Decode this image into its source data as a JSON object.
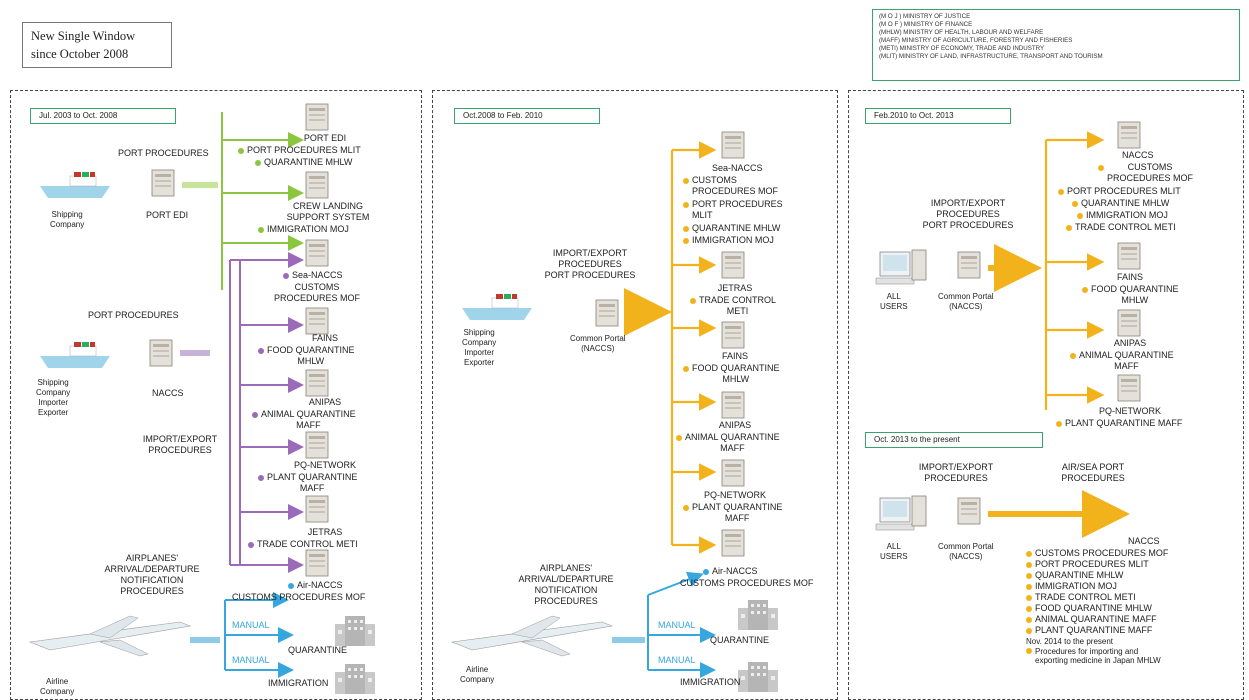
{
  "title": "New Single Window\nsince October 2008",
  "legend": [
    "(M O J ) MINISTRY OF JUSTICE",
    "(M O F ) MINISTRY OF FINANCE",
    "(MHLW) MINISTRY OF HEALTH, LABOUR AND WELFARE",
    "(MAFF) MINISTRY OF AGRICULTURE, FORESTRY AND FISHERIES",
    "(METI) MINISTRY OF ECONOMY, TRADE AND INDUSTRY",
    "(MLIT) MINISTRY OF LAND, INFRASTRUCTURE, TRANSPORT AND TOURISM"
  ],
  "colors": {
    "green": "#8cc63f",
    "yellow": "#f2b21b",
    "purple": "#9b6ab8",
    "blue": "#35a7de",
    "panel_border": "#444",
    "legend_border": "#3aa36b"
  },
  "panel1": {
    "period": "Jul. 2003 to Oct. 2008",
    "port_procedures_1": "PORT PROCEDURES",
    "shipping_company": "Shipping\nCompany",
    "port_edi_center": "PORT EDI",
    "port_procedures_2": "PORT PROCEDURES",
    "shipper_3": "Shipping\nCompany\nImporter\nExporter",
    "naccs_center": "NACCS",
    "import_export": "IMPORT/EXPORT\nPROCEDURES",
    "airplanes": "AIRPLANES'\nARRIVAL/DEPARTURE\nNOTIFICATION\nPROCEDURES",
    "airline": "Airline\nCompany",
    "manual1": "MANUAL",
    "manual2": "MANUAL",
    "quarantine": "QUARANTINE",
    "immigration": "IMMIGRATION",
    "sys_port_edi": "PORT EDI",
    "sys_port_edi_b1": "PORT PROCEDURES MLIT",
    "sys_port_edi_b2": "QUARANTINE MHLW",
    "sys_crew": "CREW LANDING\nSUPPORT SYSTEM",
    "sys_crew_b1": "IMMIGRATION MOJ",
    "sys_seanaccs": "Sea-NACCS",
    "sys_seanaccs_b1": "CUSTOMS\nPROCEDURES MOF",
    "sys_fains": "FAINS",
    "sys_fains_b1": "FOOD QUARANTINE\nMHLW",
    "sys_anipas": "ANIPAS",
    "sys_anipas_b1": "ANIMAL QUARANTINE\nMAFF",
    "sys_pq": "PQ-NETWORK",
    "sys_pq_b1": "PLANT QUARANTINE\nMAFF",
    "sys_jetras": "JETRAS",
    "sys_jetras_b1": "TRADE CONTROL METI",
    "sys_airnaccs": "Air-NACCS",
    "sys_airnaccs_b1": "CUSTOMS PROCEDURES MOF"
  },
  "panel2": {
    "period": "Oct.2008 to Feb. 2010",
    "procedures": "IMPORT/EXPORT\nPROCEDURES\nPORT PROCEDURES",
    "shipper": "Shipping\nCompany\nImporter\nExporter",
    "portal": "Common Portal\n(NACCS)",
    "sys_seanaccs": "Sea-NACCS",
    "sys_seanaccs_b": [
      "CUSTOMS\nPROCEDURES MOF",
      "PORT PROCEDURES\nMLIT",
      "QUARANTINE MHLW",
      "IMMIGRATION MOJ"
    ],
    "sys_jetras": "JETRAS",
    "sys_jetras_b1": "TRADE CONTROL\nMETI",
    "sys_fains": "FAINS",
    "sys_fains_b1": "FOOD QUARANTINE\nMHLW",
    "sys_anipas": "ANIPAS",
    "sys_anipas_b1": "ANIMAL QUARANTINE\nMAFF",
    "sys_pq": "PQ-NETWORK",
    "sys_pq_b1": "PLANT QUARANTINE\nMAFF",
    "sys_airnaccs": "Air-NACCS",
    "sys_airnaccs_b1": "CUSTOMS PROCEDURES MOF",
    "airplanes": "AIRPLANES'\nARRIVAL/DEPARTURE\nNOTIFICATION\nPROCEDURES",
    "airline": "Airline\nCompany",
    "manual1": "MANUAL",
    "manual2": "MANUAL",
    "quarantine": "QUARANTINE",
    "immigration": "IMMIGRATION"
  },
  "panel3": {
    "period": "Feb.2010 to Oct. 2013",
    "procedures": "IMPORT/EXPORT\nPROCEDURES\nPORT PROCEDURES",
    "users": "ALL\nUSERS",
    "portal": "Common Portal\n(NACCS)",
    "sys_naccs": "NACCS",
    "sys_naccs_b": [
      "CUSTOMS\nPROCEDURES MOF",
      "PORT PROCEDURES MLIT",
      "QUARANTINE MHLW",
      "IMMIGRATION MOJ",
      "TRADE CONTROL METI"
    ],
    "sys_fains": "FAINS",
    "sys_fains_b1": "FOOD QUARANTINE\nMHLW",
    "sys_anipas": "ANIPAS",
    "sys_anipas_b1": "ANIMAL QUARANTINE\nMAFF",
    "sys_pq": "PQ-NETWORK",
    "sys_pq_b1": "PLANT QUARANTINE MAFF"
  },
  "panel4": {
    "period": "Oct. 2013 to the present",
    "procedures": "IMPORT/EXPORT\nPROCEDURES",
    "air_sea": "AIR/SEA PORT\nPROCEDURES",
    "users": "ALL\nUSERS",
    "portal": "Common Portal\n(NACCS)",
    "sys_naccs": "NACCS",
    "bullets": [
      "CUSTOMS PROCEDURES MOF",
      "PORT PROCEDURES MLIT",
      "QUARANTINE MHLW",
      "IMMIGRATION MOJ",
      "TRADE CONTROL METI",
      "FOOD QUARANTINE MHLW",
      "ANIMAL QUARANTINE MAFF",
      "PLANT QUARANTINE MAFF"
    ],
    "nov_note": "Nov. 2014 to the present",
    "medicine": "Procedures for importing and\nexporting medicine in Japan MHLW"
  }
}
